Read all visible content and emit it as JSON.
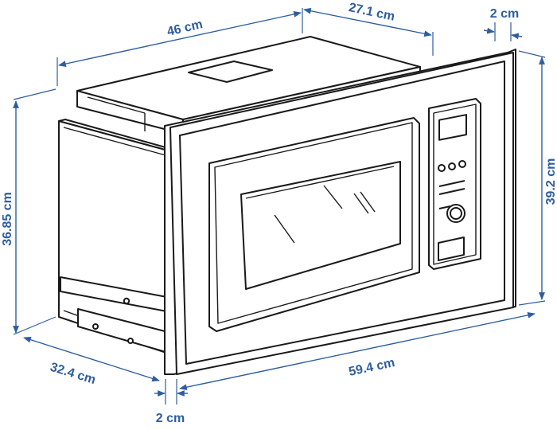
{
  "dimensions": {
    "depth_total": "46 cm",
    "depth_top": "27.1 cm",
    "frame_top_offset": "2 cm",
    "height_body": "36.85 cm",
    "height_frame": "39.2 cm",
    "depth_bottom": "32.4 cm",
    "width_frame": "59.4 cm",
    "frame_bottom_offset": "2 cm"
  },
  "colors": {
    "dimension": "#2f5e9e",
    "outline": "#1a1a1a"
  }
}
